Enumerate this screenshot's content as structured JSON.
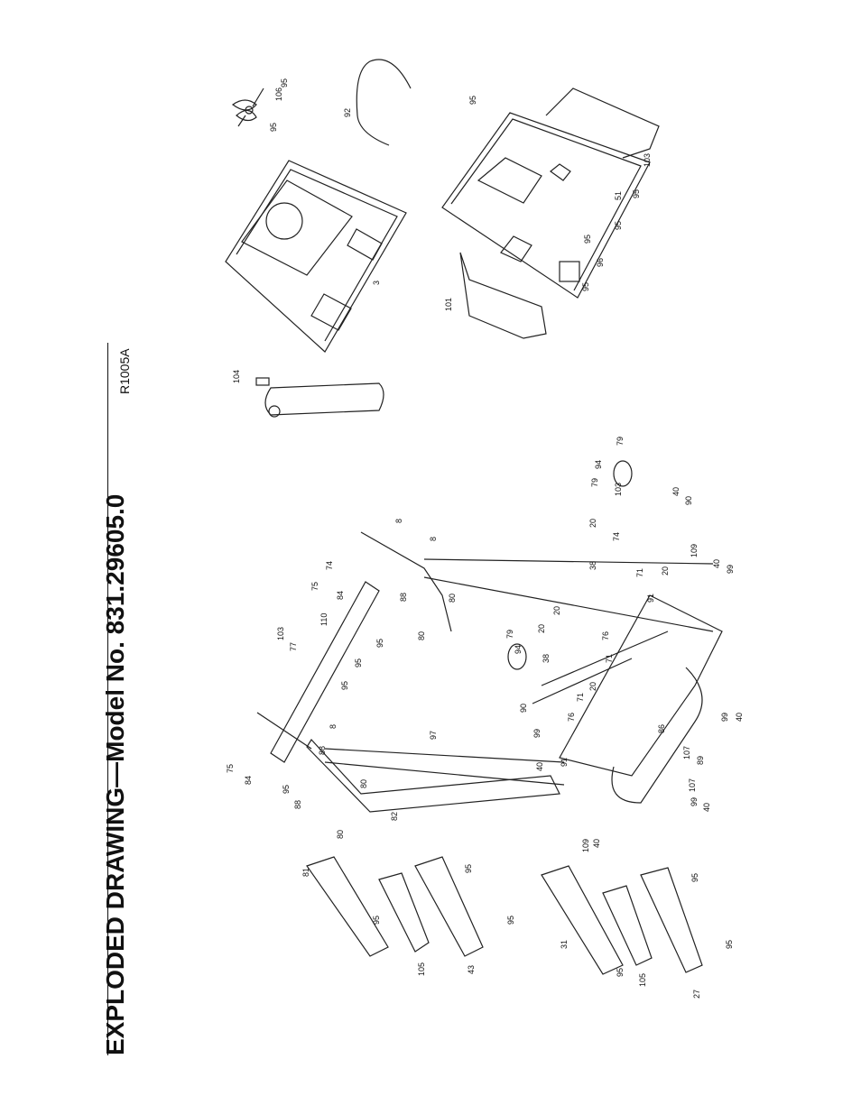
{
  "header": {
    "title": "EXPLODED DRAWING—Model No. 831.29605.0",
    "drawing_code": "R1005A"
  },
  "part_labels": [
    "95",
    "106",
    "95",
    "92",
    "95",
    "103",
    "51",
    "95",
    "95",
    "95",
    "96",
    "95",
    "3",
    "101",
    "104",
    "8",
    "8",
    "74",
    "75",
    "84",
    "88",
    "80",
    "80",
    "103",
    "77",
    "110",
    "95",
    "95",
    "95",
    "8",
    "75",
    "84",
    "88",
    "95",
    "80",
    "80",
    "88",
    "97",
    "82",
    "81",
    "95",
    "105",
    "43",
    "95",
    "95",
    "31",
    "95",
    "105",
    "95",
    "27",
    "95",
    "79",
    "94",
    "79",
    "90",
    "79",
    "94",
    "20",
    "20",
    "38",
    "71",
    "76",
    "20",
    "38",
    "74",
    "20",
    "103",
    "71",
    "20",
    "91",
    "109",
    "40",
    "99",
    "40",
    "90",
    "99",
    "40",
    "91",
    "76",
    "71",
    "86",
    "109",
    "40",
    "107",
    "99",
    "40",
    "99",
    "107",
    "40",
    "89"
  ]
}
